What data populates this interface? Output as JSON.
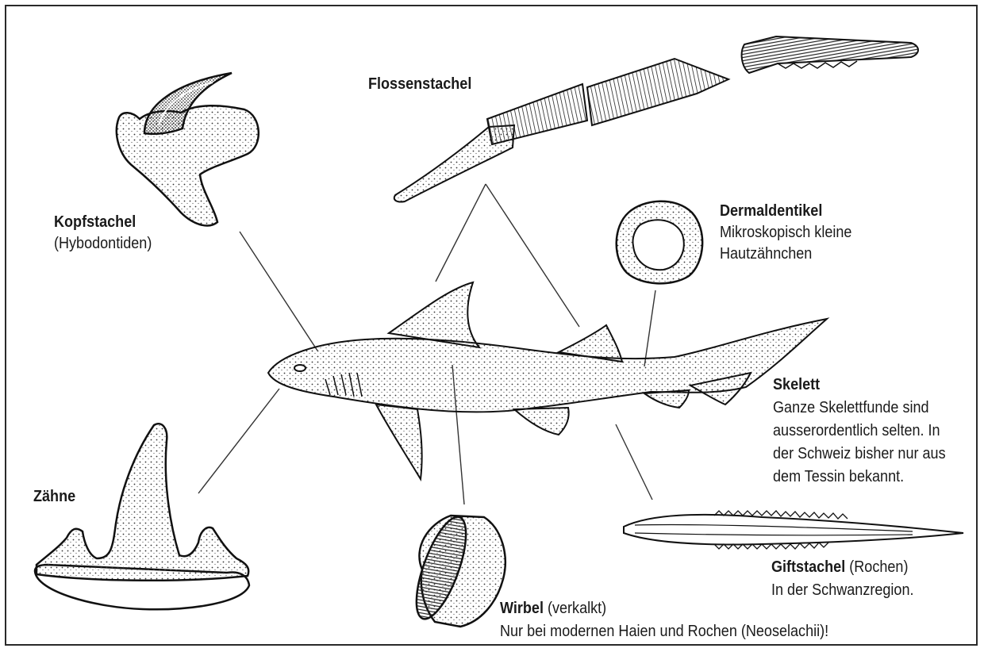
{
  "labels": {
    "kopfstachel": {
      "title": "Kopfstachel",
      "subtitle": "(Hybodontiden)"
    },
    "flossenstachel": {
      "title": "Flossenstachel"
    },
    "dermaldentikel": {
      "title": "Dermaldentikel",
      "line1": "Mikroskopisch kleine",
      "line2": "Hautzähnchen"
    },
    "skelett": {
      "title": "Skelett",
      "line1": "Ganze Skelettfunde sind",
      "line2": "ausserordentlich selten. In",
      "line3": "der Schweiz bisher nur aus",
      "line4": "dem Tessin bekannt."
    },
    "zaehne": {
      "title": "Zähne"
    },
    "giftstachel": {
      "title": "Giftstachel",
      "suffix": " (Rochen)",
      "line1": "In der Schwanzregion."
    },
    "wirbel": {
      "title": "Wirbel",
      "suffix": " (verkalkt)",
      "line1": "Nur bei modernen Haien und Rochen (Neoselachii)!"
    }
  }
}
